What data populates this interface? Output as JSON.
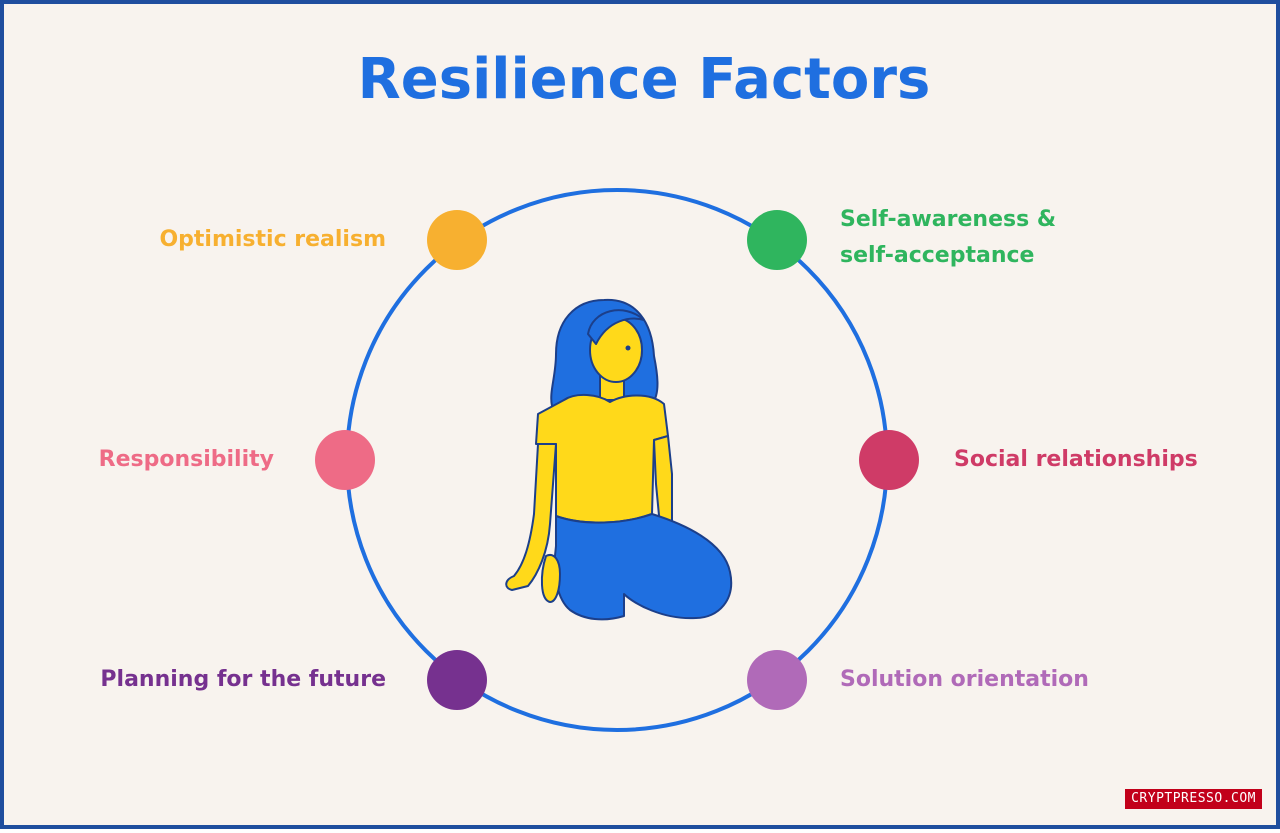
{
  "title": "Resilience Factors",
  "colors": {
    "title": "#1f6fe0",
    "ring": "#1f6fe0",
    "background": "#f8f3ee",
    "border": "#1f4e9e"
  },
  "factors": [
    {
      "label": "Optimistic realism",
      "color": "#f7b030",
      "side": "left"
    },
    {
      "label": "Self-awareness & self-acceptance",
      "line1": "Self-awareness &",
      "line2": "self-acceptance",
      "color": "#2fb55e",
      "side": "right"
    },
    {
      "label": "Responsibility",
      "color": "#ee6b86",
      "side": "left"
    },
    {
      "label": "Social relationships",
      "color": "#cf3b67",
      "side": "right"
    },
    {
      "label": "Planning for the future",
      "color": "#76318f",
      "side": "left"
    },
    {
      "label": "Solution orientation",
      "color": "#b06ab8",
      "side": "right"
    }
  ],
  "illustration": {
    "name": "kneeling-person-illustration",
    "skin": "#ffd91a",
    "shirt": "#ffd91a",
    "hair": "#1f6fe0",
    "pants": "#1f6fe0",
    "outline": "#1c3f8a"
  },
  "watermark": "CRYPTPRESSO.COM"
}
